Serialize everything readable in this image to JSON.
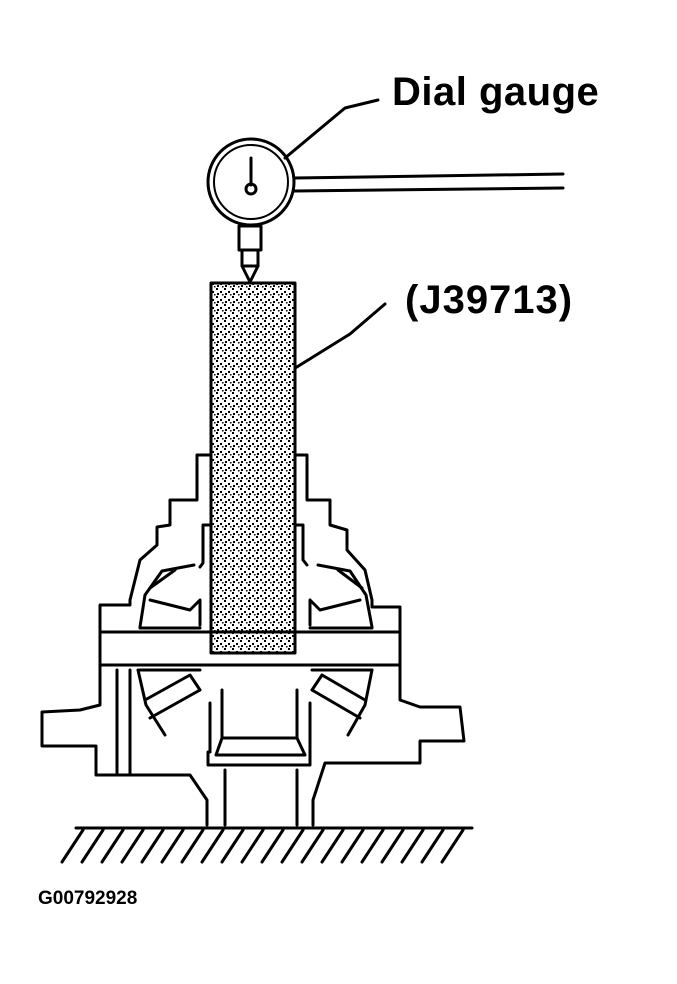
{
  "diagram": {
    "type": "technical-illustration",
    "subject": "Differential side gear measurement with dial gauge",
    "labels": {
      "dial_gauge": "Dial gauge",
      "tool": "(J39713)"
    },
    "figure_code": "G00792928",
    "components": [
      {
        "name": "dial-gauge",
        "label_ref": "dial_gauge"
      },
      {
        "name": "gauge-arm"
      },
      {
        "name": "gauge-plunger"
      },
      {
        "name": "special-tool-block",
        "label_ref": "tool",
        "fill": "stippled"
      },
      {
        "name": "differential-case"
      },
      {
        "name": "side-gears"
      },
      {
        "name": "pinion-shaft"
      },
      {
        "name": "ground-surface",
        "fill": "hatched"
      }
    ],
    "colors": {
      "ink": "#000000",
      "background": "#ffffff"
    }
  }
}
